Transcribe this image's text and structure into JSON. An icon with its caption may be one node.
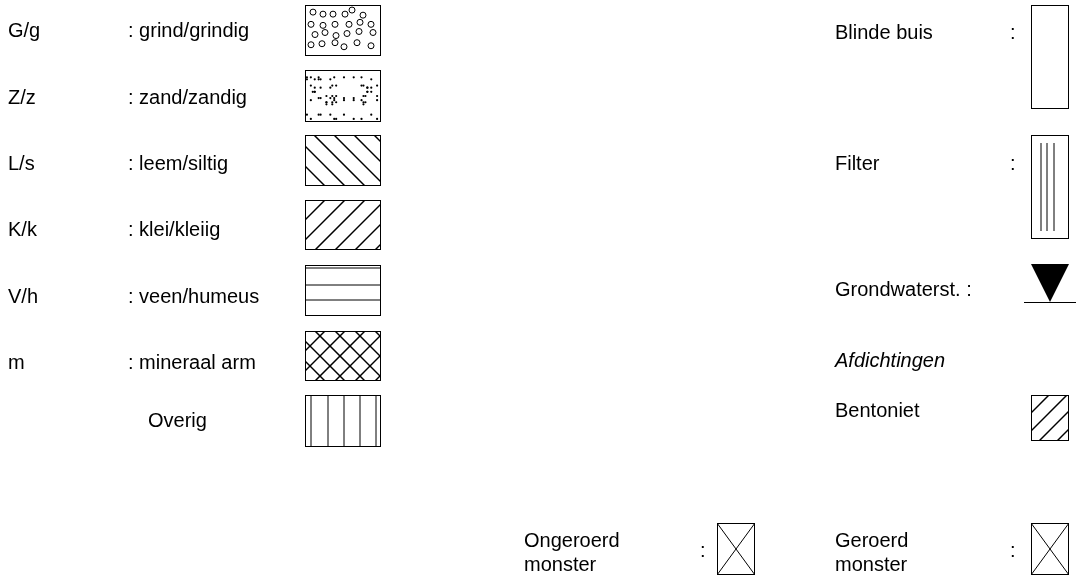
{
  "diagram": {
    "nodes": [
      {
        "text": [],
        "shape": "box"
      }
    ],
    "labels": [
      "G/g",
      ": grind/grindig",
      "Blinde buis",
      ":",
      "Z/z",
      ": zand/zandig",
      "L/s",
      ": leem/siltig",
      "Filter",
      ":",
      "K/k",
      ": klei/kleiig",
      "V/h",
      ": veen/humeus",
      "Grondwaterst. :",
      "m",
      ": mineraal arm",
      "Afdichtingen",
      "Overig",
      "Bentoniet",
      "Ongeroerd monster",
      ":",
      "Geroerd monster",
      ":"
    ]
  }
}
